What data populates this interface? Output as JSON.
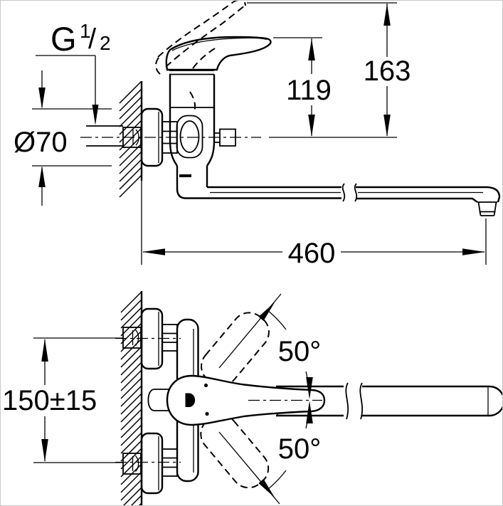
{
  "labels": {
    "thread": {
      "prefix": "G",
      "numerator": "1",
      "slash": "/",
      "denominator": "2"
    },
    "flange_diameter": "Ø70",
    "lever_height": "119",
    "max_height": "163",
    "spout_length": "460",
    "connection_spacing": "150±15",
    "swivel_angle_upper": "50°",
    "swivel_angle_lower": "50°"
  },
  "colors": {
    "line": "#000000",
    "background": "#ffffff",
    "border": "#c9c9c9"
  }
}
